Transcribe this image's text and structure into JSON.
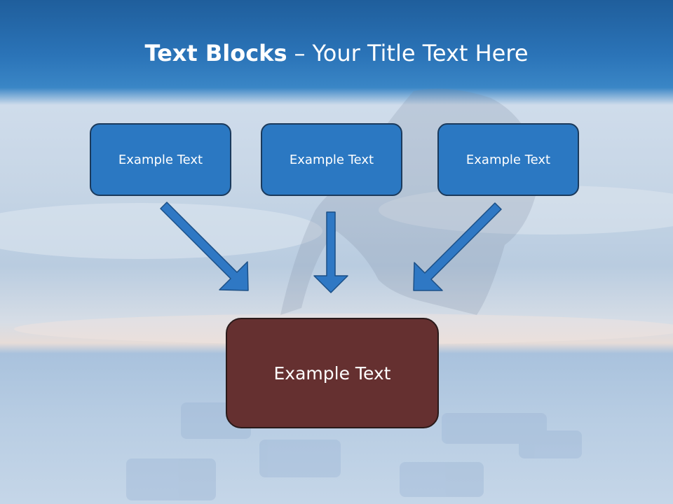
{
  "title": {
    "bold": "Text Blocks",
    "separator": "–",
    "rest": "Your Title Text Here"
  },
  "boxes": [
    {
      "label": "Example Text"
    },
    {
      "label": "Example Text"
    },
    {
      "label": "Example Text"
    }
  ],
  "target_box": {
    "label": "Example Text"
  },
  "colors": {
    "header_blue": "#2b74b8",
    "box_blue": "#2b78c2",
    "target_brown": "#653030",
    "arrow_blue": "#2f78c4"
  }
}
